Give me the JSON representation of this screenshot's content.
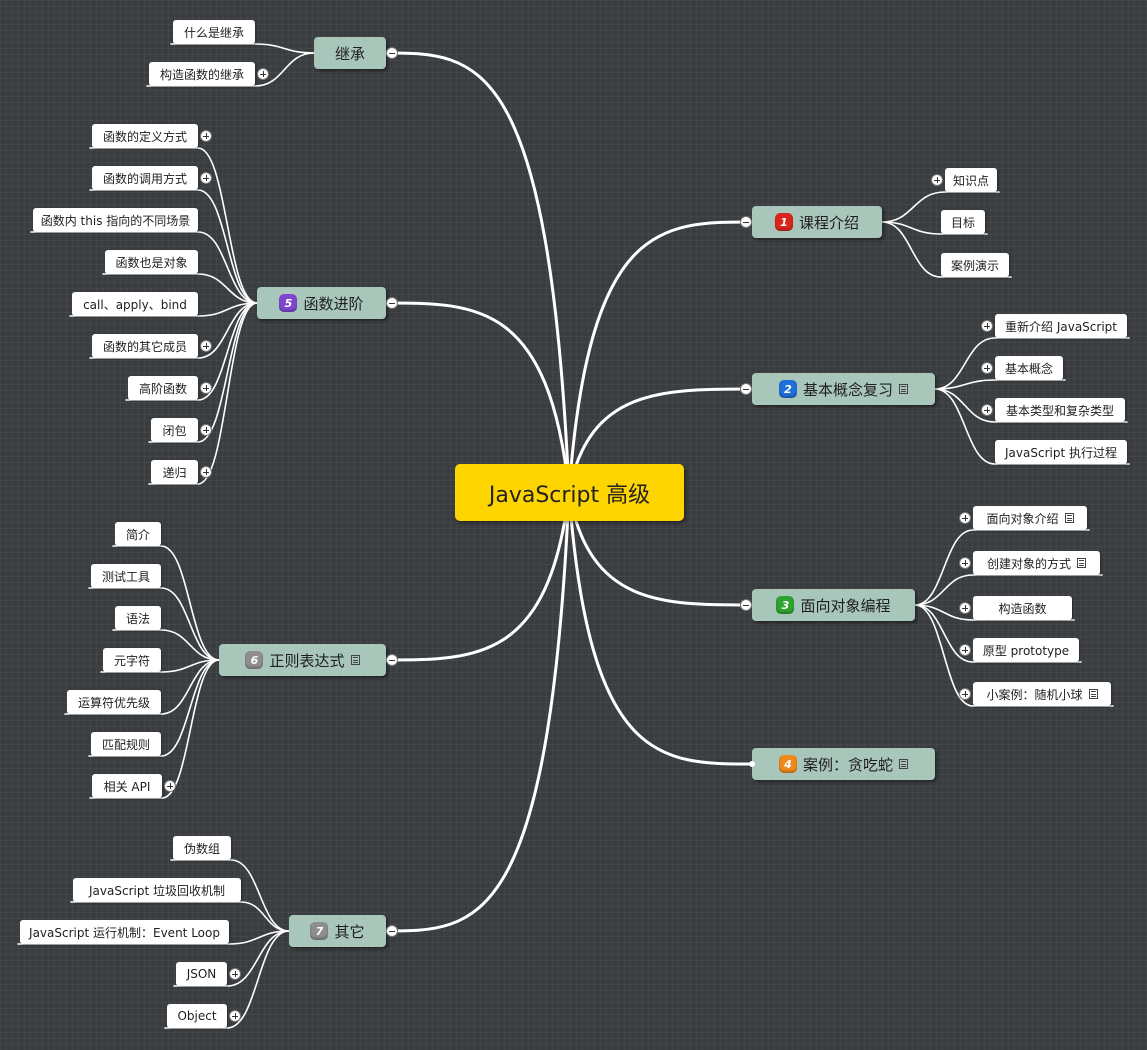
{
  "central": "JavaScript 高级",
  "colors": {
    "branch_line": "#ffffff",
    "main_node": "#a9c6bb",
    "central_node": "#ffd500",
    "background": "#3a3d40"
  },
  "branches": [
    {
      "id": "b1",
      "title": "课程介绍",
      "badge": "1",
      "badge_color": "#d9261c",
      "note": false,
      "children": [
        {
          "label": "知识点",
          "expand": true,
          "note": false
        },
        {
          "label": "目标",
          "expand": false,
          "note": false
        },
        {
          "label": "案例演示",
          "expand": false,
          "note": false
        }
      ]
    },
    {
      "id": "b2",
      "title": "基本概念复习",
      "badge": "2",
      "badge_color": "#1f6fd8",
      "note": true,
      "children": [
        {
          "label": "重新介绍 JavaScript",
          "expand": true,
          "note": false
        },
        {
          "label": "基本概念",
          "expand": true,
          "note": false
        },
        {
          "label": "基本类型和复杂类型",
          "expand": true,
          "note": false
        },
        {
          "label": "JavaScript 执行过程",
          "expand": false,
          "note": false
        }
      ]
    },
    {
      "id": "b3",
      "title": "面向对象编程",
      "badge": "3",
      "badge_color": "#2fa32f",
      "note": false,
      "children": [
        {
          "label": "面向对象介绍",
          "expand": true,
          "note": true
        },
        {
          "label": "创建对象的方式",
          "expand": true,
          "note": true
        },
        {
          "label": "构造函数",
          "expand": true,
          "note": false
        },
        {
          "label": "原型 prototype",
          "expand": true,
          "note": false
        },
        {
          "label": "小案例：随机小球",
          "expand": true,
          "note": true
        }
      ]
    },
    {
      "id": "b4",
      "title": "案例：贪吃蛇",
      "badge": "4",
      "badge_color": "#ef8a1a",
      "note": true,
      "children": []
    },
    {
      "id": "b5",
      "title": "函数进阶",
      "badge": "5",
      "badge_color": "#7f47cf",
      "note": false,
      "children": [
        {
          "label": "函数的定义方式",
          "expand": true,
          "note": false
        },
        {
          "label": "函数的调用方式",
          "expand": true,
          "note": false
        },
        {
          "label": "函数内 this 指向的不同场景",
          "expand": false,
          "note": false
        },
        {
          "label": "函数也是对象",
          "expand": false,
          "note": false
        },
        {
          "label": "call、apply、bind",
          "expand": false,
          "note": false
        },
        {
          "label": "函数的其它成员",
          "expand": true,
          "note": false
        },
        {
          "label": "高阶函数",
          "expand": true,
          "note": false
        },
        {
          "label": "闭包",
          "expand": true,
          "note": false
        },
        {
          "label": "递归",
          "expand": true,
          "note": false
        }
      ]
    },
    {
      "id": "b6",
      "title": "正则表达式",
      "badge": "6",
      "badge_color": "#8e8e8e",
      "note": true,
      "children": [
        {
          "label": "简介",
          "expand": false,
          "note": false
        },
        {
          "label": "测试工具",
          "expand": false,
          "note": false
        },
        {
          "label": "语法",
          "expand": false,
          "note": false
        },
        {
          "label": "元字符",
          "expand": false,
          "note": false
        },
        {
          "label": "运算符优先级",
          "expand": false,
          "note": false
        },
        {
          "label": "匹配规则",
          "expand": false,
          "note": false
        },
        {
          "label": "相关 API",
          "expand": true,
          "note": false
        }
      ]
    },
    {
      "id": "b7",
      "title": "其它",
      "badge": "7",
      "badge_color": "#8e8e8e",
      "note": false,
      "children": [
        {
          "label": "伪数组",
          "expand": false,
          "note": false
        },
        {
          "label": "JavaScript 垃圾回收机制",
          "expand": false,
          "note": false
        },
        {
          "label": "JavaScript 运行机制：Event Loop",
          "expand": false,
          "note": false
        },
        {
          "label": "JSON",
          "expand": true,
          "note": false
        },
        {
          "label": "Object",
          "expand": true,
          "note": false
        }
      ]
    },
    {
      "id": "b8",
      "title": "继承",
      "badge": "",
      "badge_color": "",
      "note": false,
      "children": [
        {
          "label": "什么是继承",
          "expand": false,
          "note": false
        },
        {
          "label": "构造函数的继承",
          "expand": true,
          "note": false
        }
      ]
    }
  ]
}
